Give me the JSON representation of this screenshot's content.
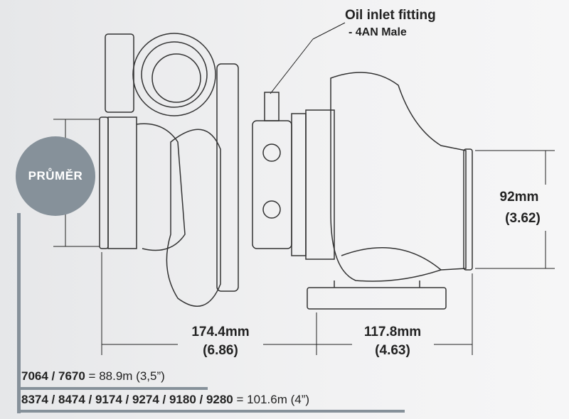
{
  "callout": {
    "title": "Oil inlet fitting",
    "subtitle": "- 4AN Male"
  },
  "badge": "PRŮMĚR",
  "dims": {
    "outlet_mm": "92mm",
    "outlet_in": "(3.62)",
    "left_mm": "174.4mm",
    "left_in": "(6.86)",
    "right_mm": "117.8mm",
    "right_in": "(4.63)"
  },
  "legend": [
    {
      "models": "7064 / 7670",
      "value": "= 88.9m (3,5”)"
    },
    {
      "models": "8374 / 8474 / 9174 / 9274 / 9180 / 9280",
      "value": "= 101.6m (4”)"
    }
  ],
  "colors": {
    "badge": "#86919a",
    "line": "#333333"
  }
}
